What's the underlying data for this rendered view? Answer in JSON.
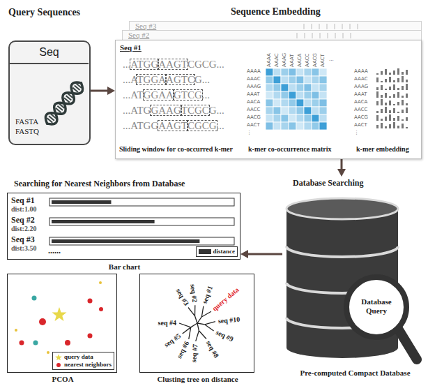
{
  "diagram": {
    "nodes": [
      {
        "text": [
          "Query Sequences",
          "Seq",
          "FASTA FASTQ"
        ]
      },
      {
        "text": [
          "Seq #3"
        ]
      },
      {
        "text": [
          "Seq #2"
        ]
      },
      {
        "text": [
          "Sequence Embedding",
          "Seq #1",
          "Sliding window for co-occurred k-mer",
          "k-mer co-occurrence matrix",
          "k-mer embedding"
        ]
      },
      {
        "text": [
          "Database Searching",
          "Pre-computed Compact Database"
        ]
      },
      {
        "text": [
          "Database Query"
        ],
        "in": 4
      },
      {
        "text": [
          "Bar chart"
        ]
      },
      {
        "text": [
          "PCOA"
        ]
      },
      {
        "text": [
          "Clusting tree on distance"
        ]
      }
    ],
    "edges": [
      {
        "from": 0,
        "to": 3,
        "arrow": "to"
      },
      {
        "from": 3,
        "to": 4,
        "arrow": "to"
      },
      {
        "from": 4,
        "to": 6,
        "arrow": "to"
      }
    ],
    "labels": [
      "...ATGGAAGTCGCG...",
      "...ATGGAAGTCG...",
      "...ATGGAAGTCG...",
      "...ATGGAAGTCGCG...",
      "...ATGGAAGTCGCG...",
      "AAAA",
      "AAAC",
      "AAAG",
      "AAAT",
      "AACA",
      "AACC",
      "AACG",
      "AACT",
      "⋮",
      "AAAA",
      "AAAC",
      "AAAG",
      "AAAT",
      "AACA",
      "AACC",
      "AACG",
      "AACT",
      "...",
      "AAAA",
      "AAAC",
      "AAAG",
      "AAAT",
      "AACA",
      "AACC",
      "AACG",
      "AACT",
      "⋮",
      "Searching for Nearest Neighbors from Database",
      "Seq #1",
      "dist:1.00",
      "Seq #2",
      "dist:2.20",
      "Seq #3",
      "dist:3.50",
      "......",
      "seq #1",
      "query data",
      "seq #10",
      "seq #9",
      "seq #8",
      "seq #7",
      "seq #6",
      "seq #5",
      "seq #4",
      "seq #3",
      "seq #2"
    ],
    "legend": [
      {
        "text": "distance",
        "color": "#333333"
      },
      {
        "text": "query data",
        "color": "#e8d84a"
      },
      {
        "text": "nearest neighbors",
        "color": "#d9262b"
      }
    ]
  }
}
